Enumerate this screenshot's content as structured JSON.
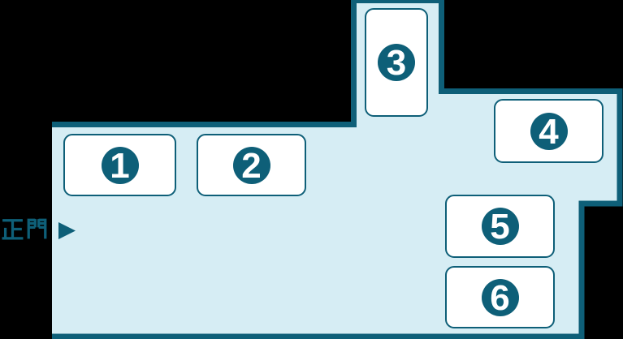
{
  "map": {
    "gate_label": "正門",
    "buildings": [
      {
        "number": "1"
      },
      {
        "number": "2"
      },
      {
        "number": "3"
      },
      {
        "number": "4"
      },
      {
        "number": "5"
      },
      {
        "number": "6"
      }
    ],
    "icons": {
      "gate_arrow": "right-pointing-triangle"
    },
    "colors": {
      "background": "#000000",
      "area_fill": "#D6EDF4",
      "teal": "#0E5F78",
      "building_fill": "#FFFFFF",
      "number_text": "#FFFFFF"
    }
  }
}
